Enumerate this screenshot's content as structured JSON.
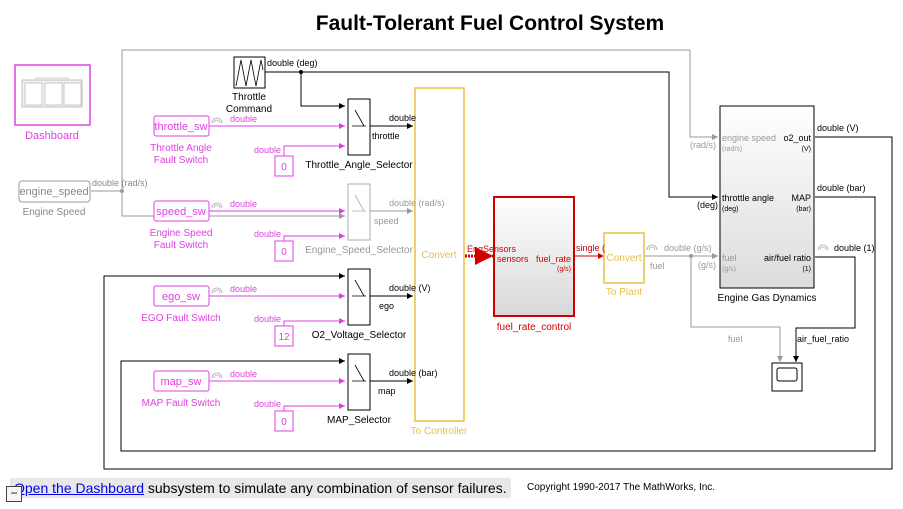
{
  "title": "Fault-Tolerant Fuel Control System",
  "blocks": {
    "dashboard": "Dashboard",
    "throttle_command": "Throttle\nCommand",
    "engine_speed": "engine_speed",
    "engine_speed_label": "Engine Speed",
    "throttle_sw": "throttle_sw",
    "throttle_sw_label": "Throttle Angle\nFault Switch",
    "speed_sw": "speed_sw",
    "speed_sw_label": "Engine Speed\nFault Switch",
    "ego_sw": "ego_sw",
    "ego_sw_label": "EGO Fault Switch",
    "map_sw": "map_sw",
    "map_sw_label": "MAP Fault Switch",
    "const_throttle": "0",
    "const_speed": "0",
    "const_ego": "12",
    "const_map": "0",
    "throttle_selector": "Throttle_Angle_Selector",
    "speed_selector": "Engine_Speed_Selector",
    "o2_selector": "O2_Voltage_Selector",
    "map_selector": "MAP_Selector",
    "to_controller": "To Controller",
    "convert": "Convert",
    "fuel_rate_control": "fuel_rate_control",
    "to_plant": "To Plant",
    "engine_gas_dynamics": "Engine Gas Dynamics"
  },
  "ports": {
    "sel_throttle": "throttle",
    "sel_speed": "speed",
    "sel_ego": "ego",
    "sel_map": "map",
    "frc_in": "sensors",
    "frc_out": "fuel_rate",
    "frc_out_unit": "(g/s)",
    "egd_engine_speed": "engine speed",
    "egd_engine_speed_unit": "(rad/s)",
    "egd_throttle": "throttle angle",
    "egd_throttle_unit": "(deg)",
    "egd_fuel": "fuel",
    "egd_fuel_unit": "(g/s)",
    "egd_o2": "o2_out",
    "egd_o2_unit": "(V)",
    "egd_map": "MAP",
    "egd_map_unit": "(bar)",
    "egd_afr": "air/fuel ratio",
    "egd_afr_unit": "(1)"
  },
  "signals": {
    "double_deg": "double (deg)",
    "double_rad": "double (rad/s)",
    "double": "double",
    "double_rad2": "double (rad/s)",
    "double_v": "double (V)",
    "double_bar": "double (bar)",
    "engsensors": "EngSensors",
    "single": "single (",
    "double_gs": "double (g/s)",
    "fuel": "fuel",
    "fuel2": "fuel",
    "rad_s": "(rad/s)",
    "deg": "(deg)",
    "gs": "(g/s)",
    "out_double_v": "double (V)",
    "out_double_bar": "double (bar)",
    "out_double_1": "double (1)",
    "air_fuel_ratio": "air_fuel_ratio"
  },
  "footer": {
    "link": "Open the Dashboard",
    "text": " subsystem to simulate any combination of sensor failures.",
    "copyright": "Copyright 1990-2017 The MathWorks, Inc.",
    "collapse": "−"
  },
  "colors": {
    "magenta": "#e040e0",
    "yellow": "#e8c040",
    "red": "#d00000",
    "gray": "#9a9a9a"
  }
}
